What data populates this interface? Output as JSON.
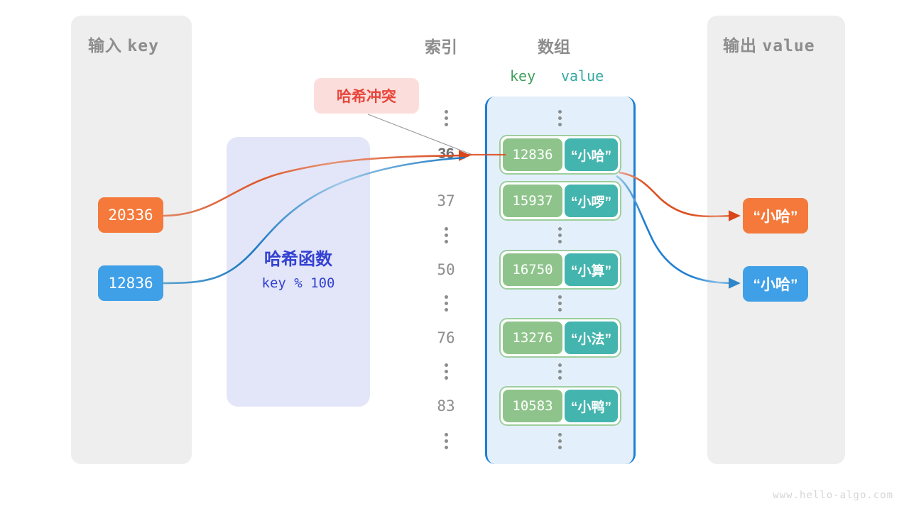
{
  "input_panel": {
    "title_cn": "输入",
    "title_mono": "key",
    "chips": [
      {
        "label": "20336",
        "color": "#f4793b"
      },
      {
        "label": "12836",
        "color": "#3fa0e8"
      }
    ]
  },
  "hash_function": {
    "title": "哈希函数",
    "formula": "key % 100",
    "bg_color": "#e3e6f8",
    "text_color": "#3341d1"
  },
  "collision_badge": {
    "label": "哈希冲突",
    "bg_color": "#fbdedb",
    "text_color": "#e8453c"
  },
  "array_section": {
    "index_header": "索引",
    "array_header": "数组",
    "key_header": "key",
    "value_header": "value",
    "key_header_color": "#3f9e5a",
    "value_header_color": "#35a9a3",
    "bucket_bg": "#e3f0fb",
    "bucket_border": "#1f7fd0",
    "rows": [
      {
        "kind": "dots"
      },
      {
        "kind": "entry",
        "index": "36",
        "highlight": true,
        "key": "12836",
        "value": "“小哈”"
      },
      {
        "kind": "entry",
        "index": "37",
        "highlight": false,
        "key": "15937",
        "value": "“小啰”"
      },
      {
        "kind": "dots"
      },
      {
        "kind": "entry",
        "index": "50",
        "highlight": false,
        "key": "16750",
        "value": "“小算”"
      },
      {
        "kind": "dots"
      },
      {
        "kind": "entry",
        "index": "76",
        "highlight": false,
        "key": "13276",
        "value": "“小法”"
      },
      {
        "kind": "dots"
      },
      {
        "kind": "entry",
        "index": "83",
        "highlight": false,
        "key": "10583",
        "value": "“小鸭”"
      },
      {
        "kind": "dots"
      }
    ],
    "key_cell_color": "#8ec48b",
    "value_cell_color": "#44b5ae"
  },
  "output_panel": {
    "title_cn": "输出",
    "title_mono": "value",
    "chips": [
      {
        "label": "“小哈”",
        "color": "#f4793b"
      },
      {
        "label": "“小哈”",
        "color": "#3fa0e8"
      }
    ]
  },
  "watermark": "www.hello-algo.com",
  "colors": {
    "panel_bg": "#eeeeee",
    "panel_title": "#8d8d8d",
    "orange_wire": "#d9461a",
    "blue_wire": "#1a78c2"
  }
}
